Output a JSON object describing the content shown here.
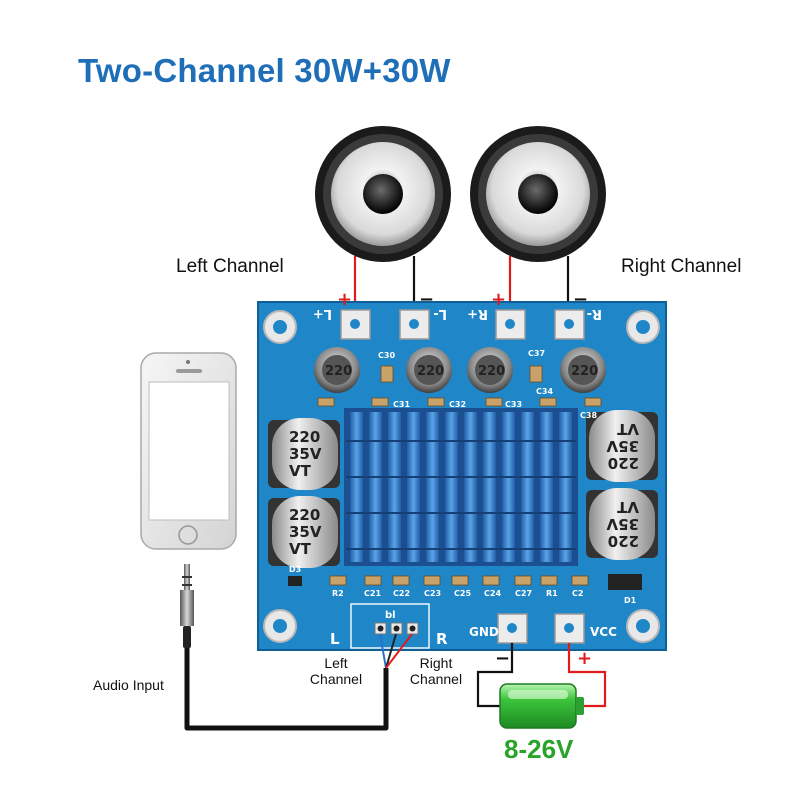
{
  "title": "Two-Channel 30W+30W",
  "labels": {
    "left_channel": "Left Channel",
    "right_channel": "Right Channel",
    "audio_input": "Audio Input",
    "input_left": "Left\nChannel",
    "input_right": "Right\nChannel",
    "voltage": "8-26V"
  },
  "terminals": {
    "l_plus": "L+",
    "l_minus": "L-",
    "r_plus": "R+",
    "r_minus": "R-",
    "gnd": "GND",
    "vcc": "VCC",
    "in_l": "L",
    "in_r": "R"
  },
  "polarity": {
    "plus": "+",
    "minus": "−"
  },
  "components": {
    "inductor_value": "220",
    "cap_big_line1": "220",
    "cap_big_line2": "35V",
    "cap_big_line3": "VT",
    "pcb_marks": [
      "C30",
      "C37",
      "C34",
      "C31",
      "C32",
      "C33",
      "C38",
      "D3",
      "R2",
      "C21",
      "C22",
      "C23",
      "C25",
      "C24",
      "C27",
      "R1",
      "C2",
      "D1",
      "bl"
    ]
  },
  "colors": {
    "title": "#1f6fb8",
    "pcb": "#1f86c7",
    "wire_positive": "#e01b1b",
    "wire_negative": "#111111",
    "battery": "#3cc43c",
    "voltage_text": "#2aa329"
  },
  "icons": [
    "speaker-left-icon",
    "speaker-right-icon",
    "phone-icon",
    "audio-jack-icon",
    "battery-icon",
    "heatsink-icon"
  ]
}
